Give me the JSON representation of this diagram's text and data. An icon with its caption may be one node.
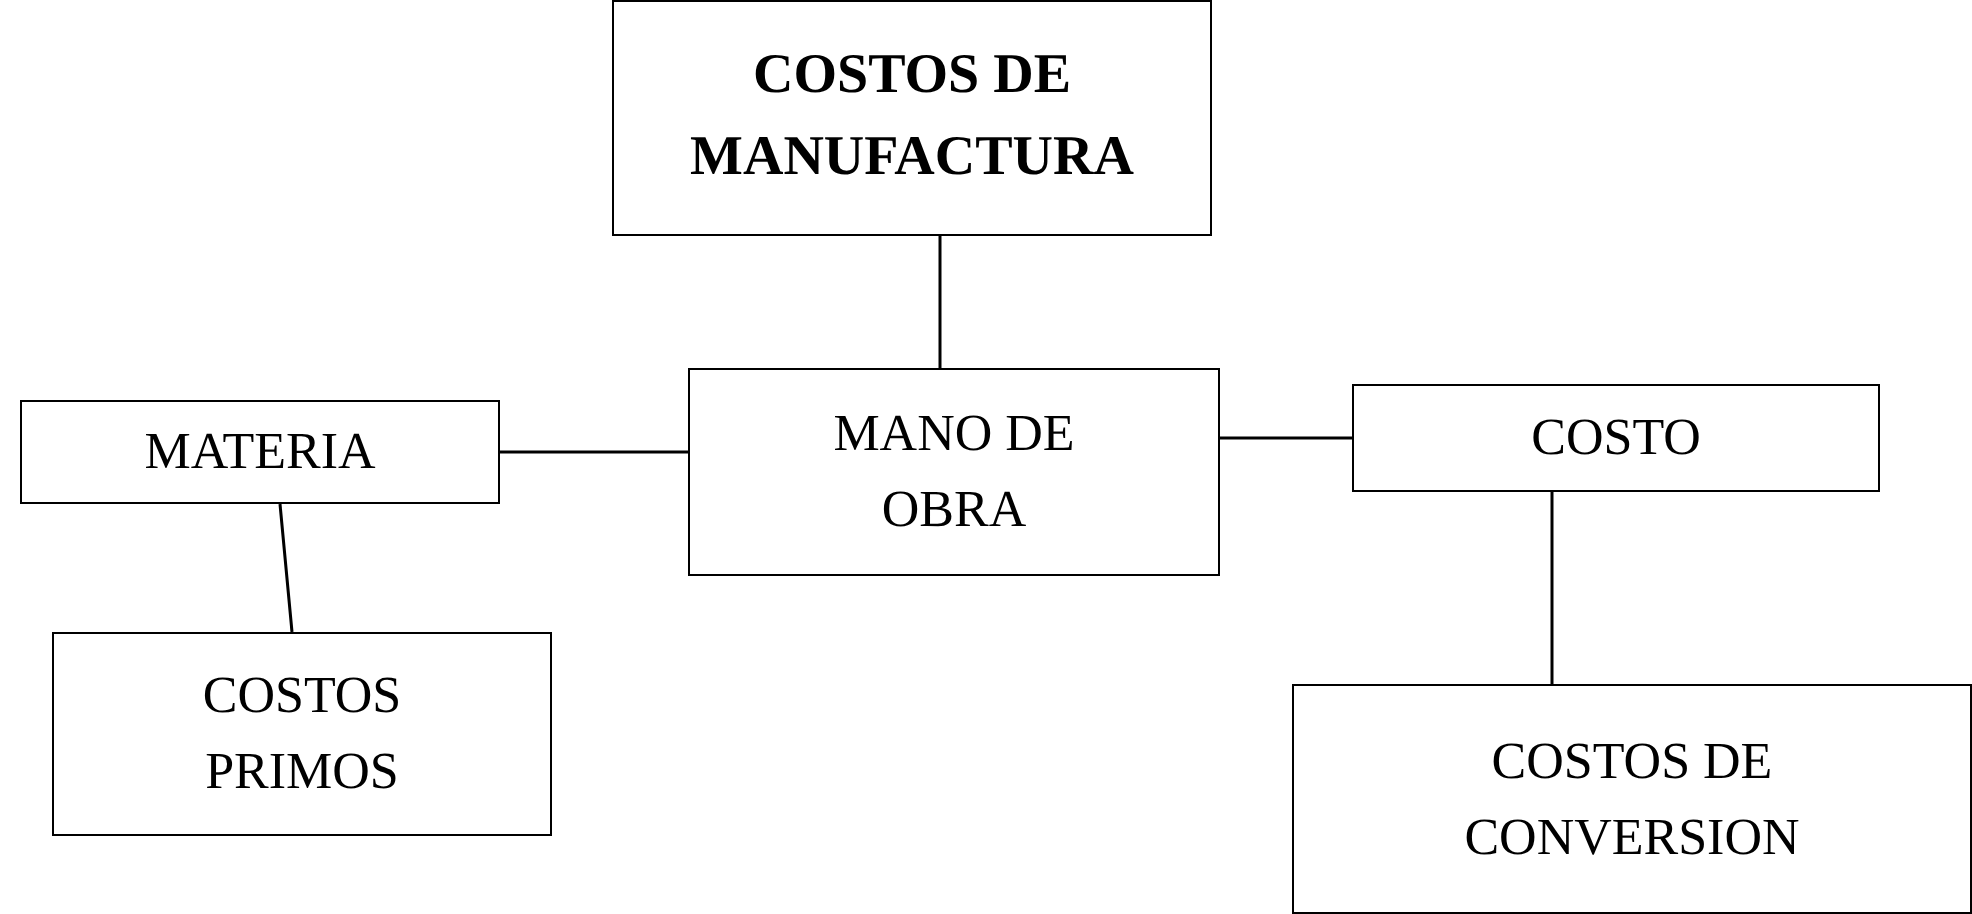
{
  "diagram": {
    "nodes": [
      {
        "text": [
          "COSTOS DE MANUFACTURA"
        ]
      },
      {
        "text": [
          "MATERIA"
        ]
      },
      {
        "text": [
          "MANO DE OBRA"
        ]
      },
      {
        "text": [
          "COSTO"
        ]
      },
      {
        "text": [
          "COSTOS PRIMOS"
        ]
      },
      {
        "text": [
          "COSTOS DE CONVERSION"
        ]
      }
    ],
    "edges": [
      {
        "from": 0,
        "to": 2,
        "arrow": "none"
      },
      {
        "from": 1,
        "to": 2,
        "arrow": "none"
      },
      {
        "from": 2,
        "to": 3,
        "arrow": "none"
      },
      {
        "from": 1,
        "to": 4,
        "arrow": "none"
      },
      {
        "from": 3,
        "to": 5,
        "arrow": "none"
      }
    ]
  }
}
